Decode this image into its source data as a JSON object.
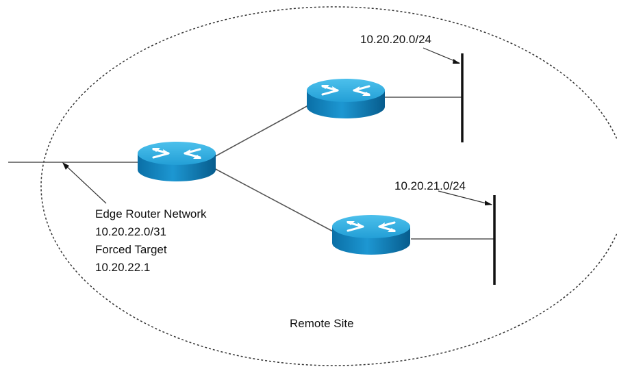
{
  "subnet_top": "10.20.20.0/24",
  "subnet_bottom": "10.20.21.0/24",
  "edge_label": {
    "line1": "Edge Router Network",
    "line2": "10.20.22.0/31",
    "line3": "Forced Target",
    "line4": "10.20.22.1"
  },
  "site_label": "Remote Site",
  "routers": [
    {
      "name": "edge-router",
      "icon": "router-icon"
    },
    {
      "name": "router-top",
      "icon": "router-icon"
    },
    {
      "name": "router-bottom",
      "icon": "router-icon"
    }
  ],
  "colors": {
    "router_top": "#2aa8dc",
    "router_side": "#0b7fb8",
    "ellipse": "#333333",
    "line": "#555555"
  }
}
